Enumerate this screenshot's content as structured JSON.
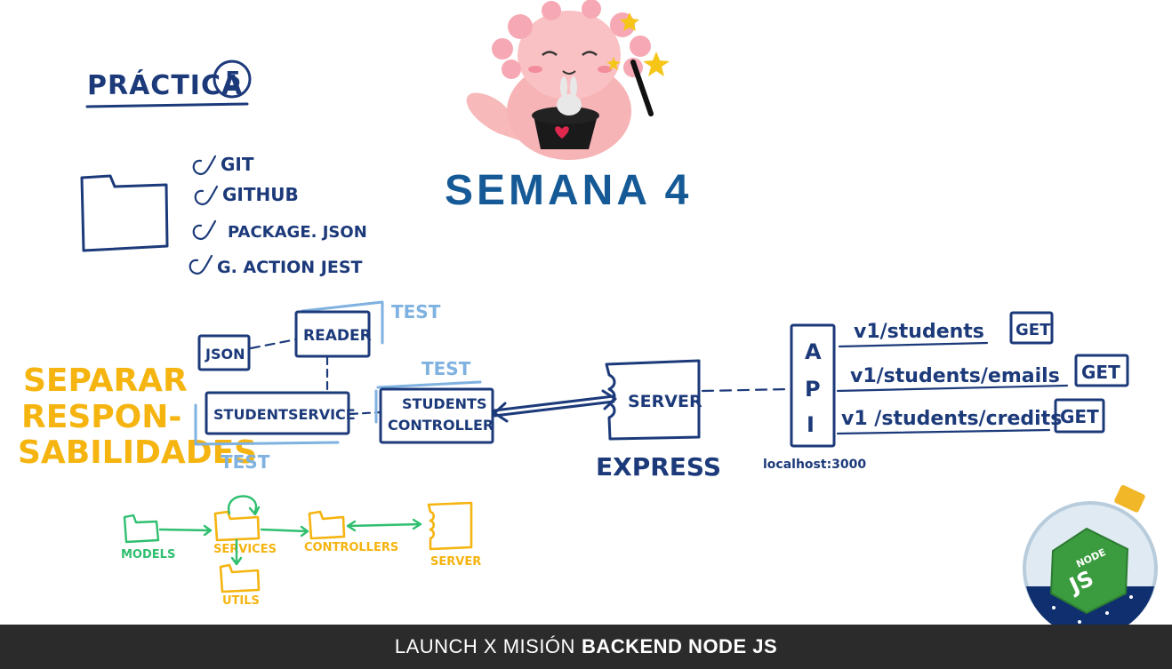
{
  "header": {
    "practice": "PRÁCTICA",
    "practice_number": "5",
    "week_title": "SEMANA 4"
  },
  "checklist": [
    "GIT",
    "GITHUB",
    "PACKAGE. JSON",
    "G. ACTION JEST"
  ],
  "side_note": [
    "SEPARAR",
    "RESPON-",
    "SABILIDADES"
  ],
  "diagram": {
    "json_box": "JSON",
    "reader_box": "READER",
    "student_service_box": "STUDENTSERVICE",
    "controller_box": [
      "STUDENTS",
      "CONTROLLER"
    ],
    "test_label": "TEST",
    "server_box": "SERVER",
    "express_label": "EXPRESS",
    "api_letters": [
      "A",
      "P",
      "I"
    ],
    "endpoints": [
      {
        "path": "v1/students",
        "method": "GET"
      },
      {
        "path": "v1/students/emails",
        "method": "GET"
      },
      {
        "path": "v1 /students/credits",
        "method": "GET"
      }
    ],
    "host": "localhost:3000"
  },
  "folders": {
    "models": "MODELS",
    "services": "SERVICES",
    "controllers": "CONTROLLERS",
    "server": "SERVER",
    "utils": "UTILS"
  },
  "badge": {
    "node_small": "NODE",
    "node_big": "JS"
  },
  "footer": {
    "prefix": "LAUNCH X MISIÓN",
    "bold": "BACKEND NODE JS"
  }
}
